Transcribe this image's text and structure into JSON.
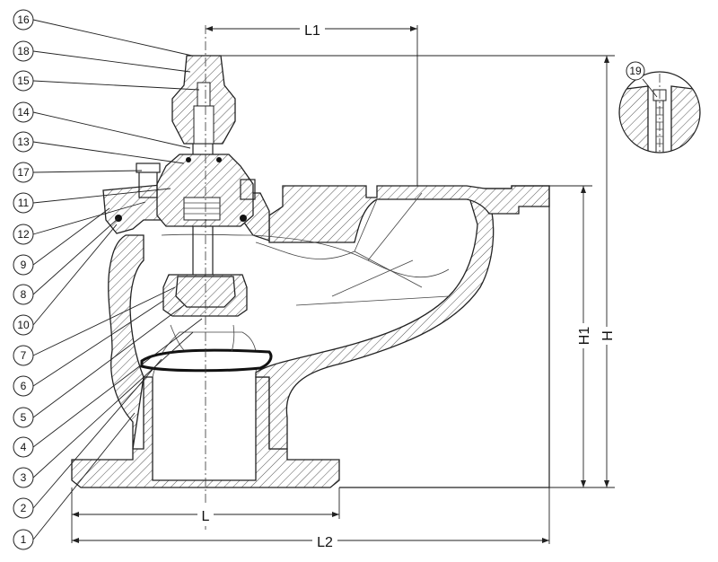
{
  "balloons": [
    "16",
    "18",
    "15",
    "14",
    "13",
    "17",
    "11",
    "12",
    "9",
    "8",
    "10",
    "7",
    "6",
    "5",
    "4",
    "3",
    "2",
    "1"
  ],
  "detail_balloon": "19",
  "dimensions": {
    "L1": "L1",
    "L": "L",
    "L2": "L2",
    "H1": "H1",
    "H": "H"
  }
}
